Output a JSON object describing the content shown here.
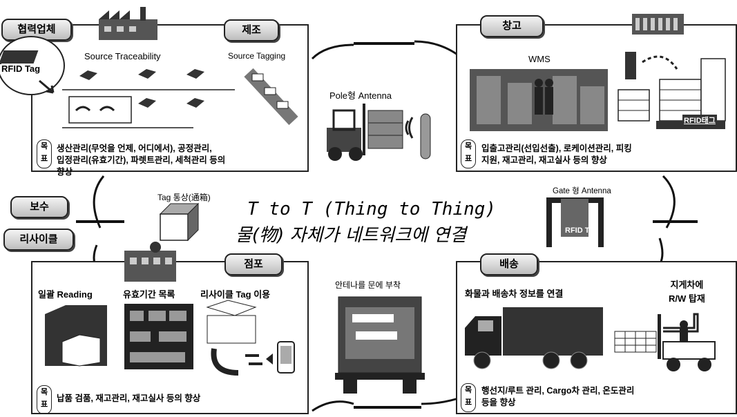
{
  "quadrants": {
    "manufacturing": {
      "partner_label": "협력업체",
      "title": "제조",
      "source_traceability": "Source Traceability",
      "source_tagging": "Source Tagging",
      "rfid_tag": "RFID Tag",
      "goal_marker": "목\n표",
      "goal_text": "생산관리(무엇을 언제, 어디에서), 공정관리,\n입정관리(유효기간), 파렛트관리, 세척관리 등의\n향상"
    },
    "warehouse": {
      "title": "창고",
      "wms": "WMS",
      "rfid_tag": "RFID태그",
      "goal_marker": "목\n표",
      "goal_text": "입출고관리(선입선출), 로케이션관리, 피킹\n지원, 재고관리, 재고실사 등의 향상"
    },
    "store": {
      "title": "점포",
      "bulk_reading": "일괄 Reading",
      "expiry_list": "유효기간 목록",
      "recycle_tag": "리사이클 Tag 이용",
      "goal_marker": "목\n표",
      "goal_text": "납품 검품, 재고관리, 재고실사 등의 향상"
    },
    "delivery": {
      "title": "배송",
      "link_info": "화물과 배송차 정보를 연결",
      "forklift_rw": "지게차에\nR/W 탑재",
      "goal_marker": "목\n표",
      "goal_text": "행선지/루트 관리, Cargo차 관리, 온도관리\n등을 향상"
    }
  },
  "center": {
    "pole_antenna": "Pole형 Antenna",
    "gate_antenna": "Gate 형 Antenna",
    "gate_rfid_tag": "RFID Tag",
    "tag_shared": "Tag 통상(通箱)",
    "title_line1": "T to T (Thing to Thing)",
    "title_line2": "물(物) 자체가 네트워크에 연결",
    "door_antenna": "안테나를 문에 부착"
  },
  "side_labels": {
    "maintenance": "보수",
    "recycle": "리사이클"
  }
}
